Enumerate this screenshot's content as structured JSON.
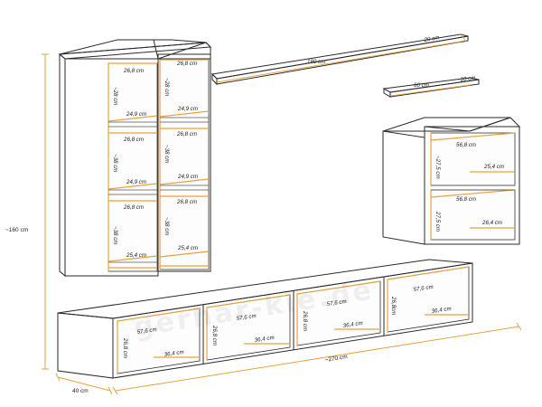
{
  "dims": {
    "overall_height": "~160 cm",
    "overall_width": "~270 cm",
    "depth": "40 cm",
    "shelf_long_length": "180 cm",
    "shelf_long_depth": "20 cm",
    "shelf_short_length": "60 cm",
    "shelf_short_depth": "20 cm",
    "tall_w": "26,8 cm",
    "tall_d": "24,9 cm",
    "tall_d_bottom": "25,4 cm",
    "tall_h1": "~28 cm",
    "tall_h2": "~38 cm",
    "wall_w": "56,8 cm",
    "wall_h1": "~27,5 cm",
    "wall_h2": "27,5 cm",
    "wall_d": "25,4 cm",
    "wall_d2": "26,4 cm",
    "low_w": "57,6 cm",
    "low_d": "36,4 cm",
    "low_h": "26,8 cm",
    "low_h2": "26,8cm"
  },
  "watermark": "gerhar-kie.de"
}
